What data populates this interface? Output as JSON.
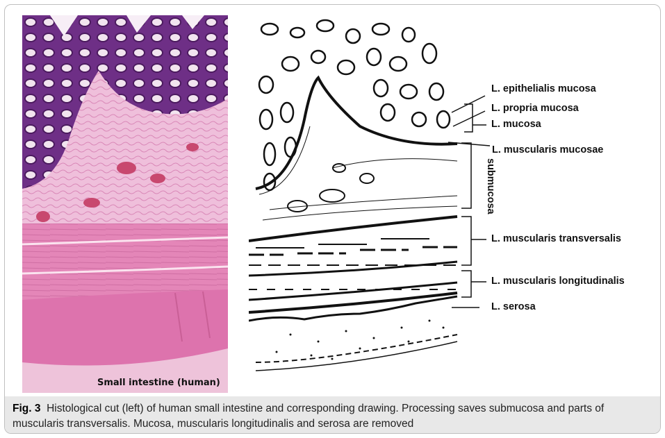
{
  "figure": {
    "photo_caption": "Small intestine (human)",
    "labels": {
      "epithelialis": "L. epithelialis mucosa",
      "propria": "L. propria mucosa",
      "mucosa": "L. mucosa",
      "muscularis_mucosae": "L. muscularis mucosae",
      "submucosa": "submucosa",
      "transversalis": "L. muscularis transversalis",
      "longitudinalis": "L. muscularis longitudinalis",
      "serosa": "L. serosa"
    },
    "caption_label": "Fig. 3",
    "caption_text": "Histological cut (left) of human small intestine and corresponding drawing. Processing saves submucosa and parts of muscularis transversalis. Mucosa, muscularis longitudinalis and serosa are removed"
  },
  "colors": {
    "tissue_purple": "#7b3a8e",
    "tissue_pink": "#e79ac0",
    "muscle_pink": "#e27fb4",
    "caption_bg": "#e8e8e8"
  }
}
